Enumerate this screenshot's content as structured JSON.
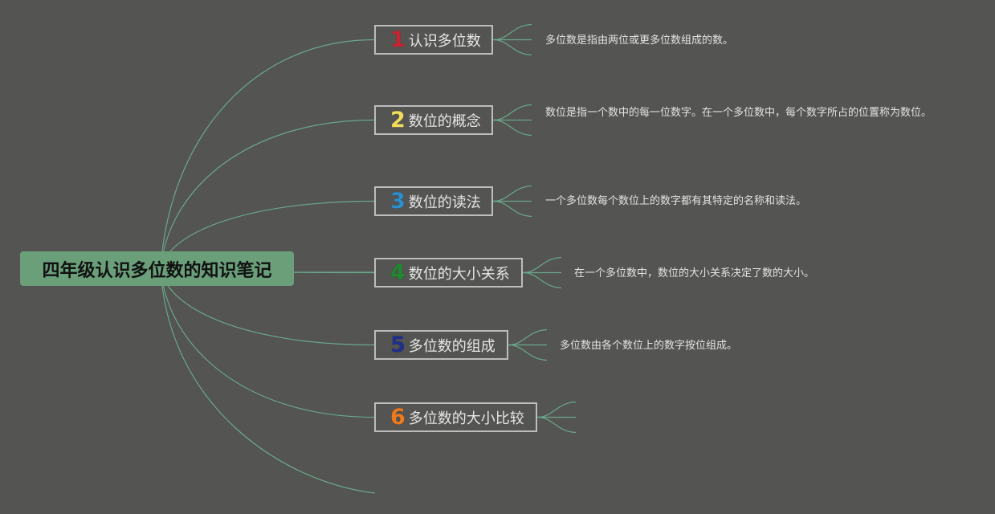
{
  "root": {
    "label": "四年级认识多位数的知识笔记"
  },
  "line_color": "#6aa88a",
  "topics": [
    {
      "number": "1",
      "number_color": "#c8242f",
      "label": "认识多位数",
      "description": "多位数是指由两位或更多位数组成的数。"
    },
    {
      "number": "2",
      "number_color": "#f0dc5a",
      "label": "数位的概念",
      "description": "数位是指一个数中的每一位数字。在一个多位数中，每个数字所占的位置称为数位。"
    },
    {
      "number": "3",
      "number_color": "#2a8fd0",
      "label": "数位的读法",
      "description": "一个多位数每个数位上的数字都有其特定的名称和读法。"
    },
    {
      "number": "4",
      "number_color": "#1f8a2d",
      "label": "数位的大小关系",
      "description": "在一个多位数中，数位的大小关系决定了数的大小。"
    },
    {
      "number": "5",
      "number_color": "#1f2f8a",
      "label": "多位数的组成",
      "description": "多位数由各个数位上的数字按位组成。"
    },
    {
      "number": "6",
      "number_color": "#f07a1e",
      "label": "多位数的大小比较",
      "description": ""
    }
  ]
}
